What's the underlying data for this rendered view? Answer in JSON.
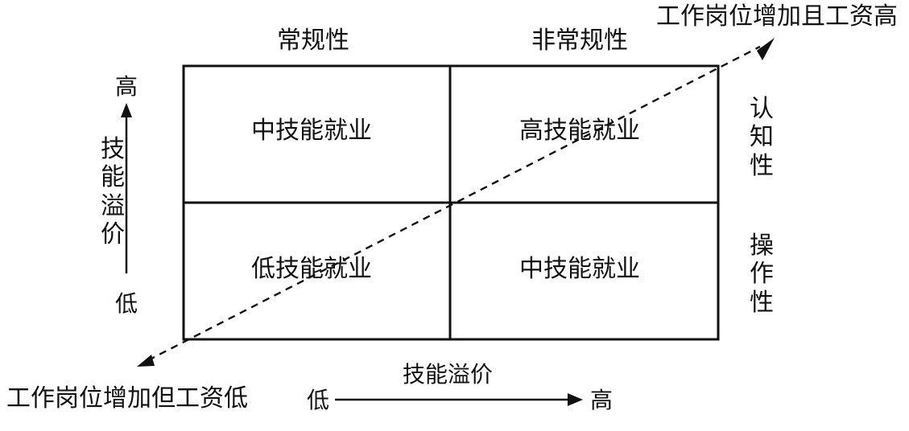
{
  "columns": {
    "routine": "常规性",
    "nonroutine": "非常规性"
  },
  "rows": {
    "cognitive": "认知性",
    "manual": "操作性"
  },
  "cells": {
    "top_left": "中技能就业",
    "top_right": "高技能就业",
    "bottom_left": "低技能就业",
    "bottom_right": "中技能就业"
  },
  "y_axis": {
    "high": "高",
    "title": "技能溢价",
    "low": "低"
  },
  "x_axis": {
    "title": "技能溢价",
    "low": "低",
    "high": "高"
  },
  "diagonal": {
    "top_label": "工作岗位增加且工资高",
    "bottom_label": "工作岗位增加但工资低"
  },
  "colors": {
    "line": "#111111",
    "text": "#111111",
    "background": "#ffffff"
  }
}
